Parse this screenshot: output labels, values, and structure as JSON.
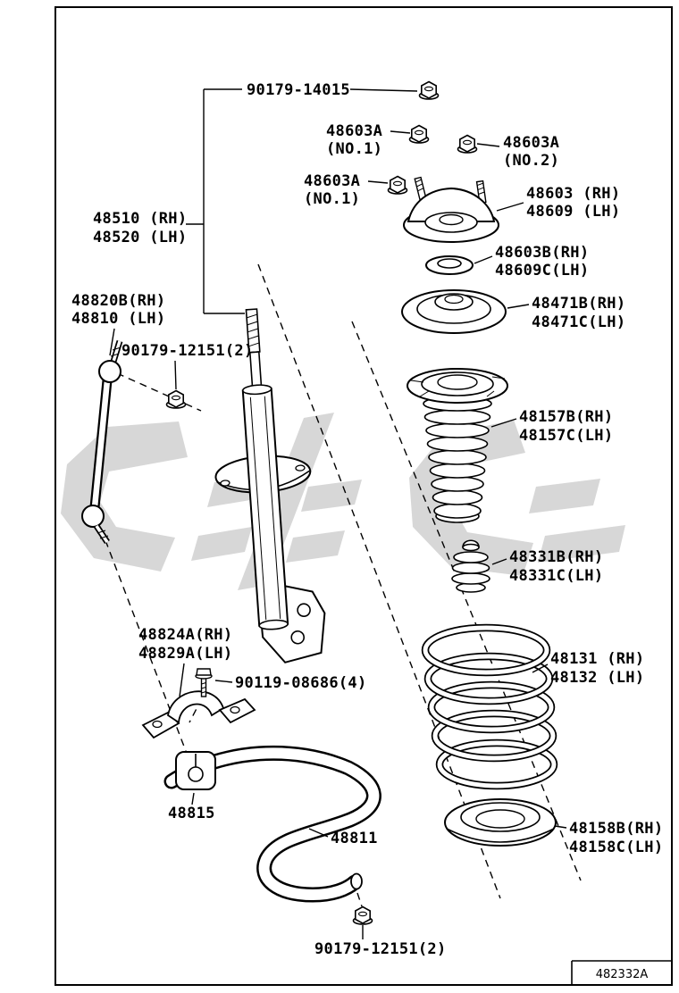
{
  "diagram_id": "482332A",
  "colors": {
    "line": "#000000",
    "background": "#ffffff",
    "watermark": "#d7d7d7"
  },
  "labels": {
    "strut_nut": "90179-14015",
    "support_nut_no1_a": {
      "l1": "48603A",
      "l2": "(NO.1)"
    },
    "support_nut_no2": {
      "l1": "48603A",
      "l2": "(NO.2)"
    },
    "support_nut_no1_b": {
      "l1": "48603A",
      "l2": "(NO.1)"
    },
    "strut_mount": {
      "l1": "48603 (RH)",
      "l2": "48609 (LH)"
    },
    "shock_absorber": {
      "l1": "48510 (RH)",
      "l2": "48520 (LH)"
    },
    "mount_bearing": {
      "l1": "48603B(RH)",
      "l2": "48609C(LH)"
    },
    "stabilizer_link": {
      "l1": "48820B(RH)",
      "l2": "48810 (LH)"
    },
    "spring_seat": {
      "l1": "48471B(RH)",
      "l2": "48471C(LH)"
    },
    "link_nut": "90179-12151(2)",
    "dust_boot": {
      "l1": "48157B(RH)",
      "l2": "48157C(LH)"
    },
    "bump_stop": {
      "l1": "48331B(RH)",
      "l2": "48331C(LH)"
    },
    "stabilizer_bracket": {
      "l1": "48824A(RH)",
      "l2": "48829A(LH)"
    },
    "bracket_bolt": "90119-08686(4)",
    "coil_spring": {
      "l1": "48131 (RH)",
      "l2": "48132 (LH)"
    },
    "bushing": "48815",
    "stabilizer_bar": "48811",
    "spring_lower_insulator": {
      "l1": "48158B(RH)",
      "l2": "48158C(LH)"
    },
    "bar_nut": "90179-12151(2)"
  }
}
